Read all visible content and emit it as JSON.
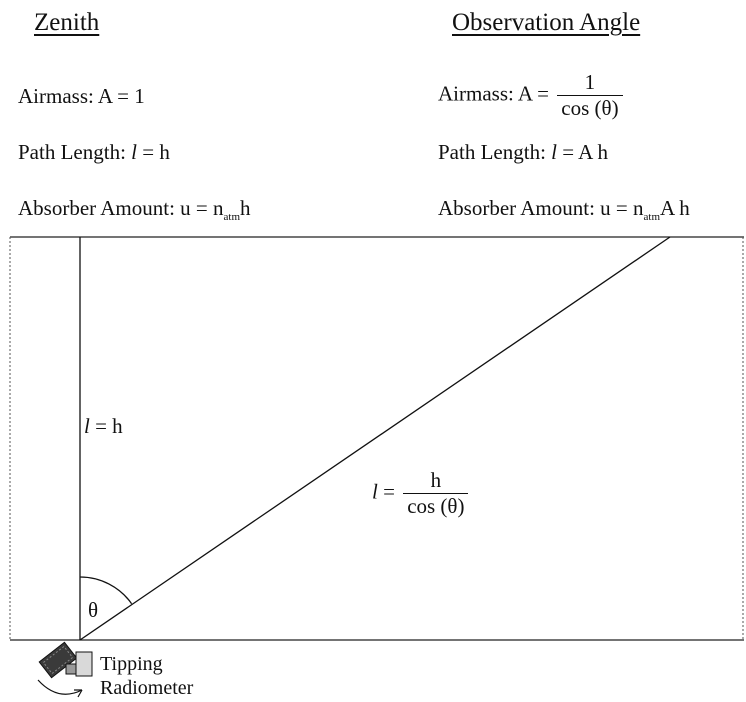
{
  "zenith": {
    "heading": "Zenith",
    "airmass_label": "Airmass:",
    "airmass_eq": "A = 1",
    "path_label": "Path Length:",
    "path_l": "l",
    "path_eq": "= h",
    "absorber_label": "Absorber Amount:",
    "absorber_eq": "u = n",
    "absorber_sub": "atm",
    "absorber_tail": "h"
  },
  "observation": {
    "heading": "Observation Angle",
    "airmass_label": "Airmass:",
    "airmass_lhs": "A =",
    "airmass_num": "1",
    "airmass_den": "cos (θ)",
    "path_label": "Path Length:",
    "path_l": "l",
    "path_eq": "= A h",
    "absorber_label": "Absorber Amount:",
    "absorber_eq": "u = n",
    "absorber_sub": "atm",
    "absorber_tail": "A h"
  },
  "diagram": {
    "vertical_label_l": "l",
    "vertical_label_eq": "= h",
    "slant_label_l": "l",
    "slant_label_eq": "=",
    "slant_num": "h",
    "slant_den": "cos (θ)",
    "angle_label": "θ",
    "instrument_line1": "Tipping",
    "instrument_line2": "Radiometer"
  }
}
